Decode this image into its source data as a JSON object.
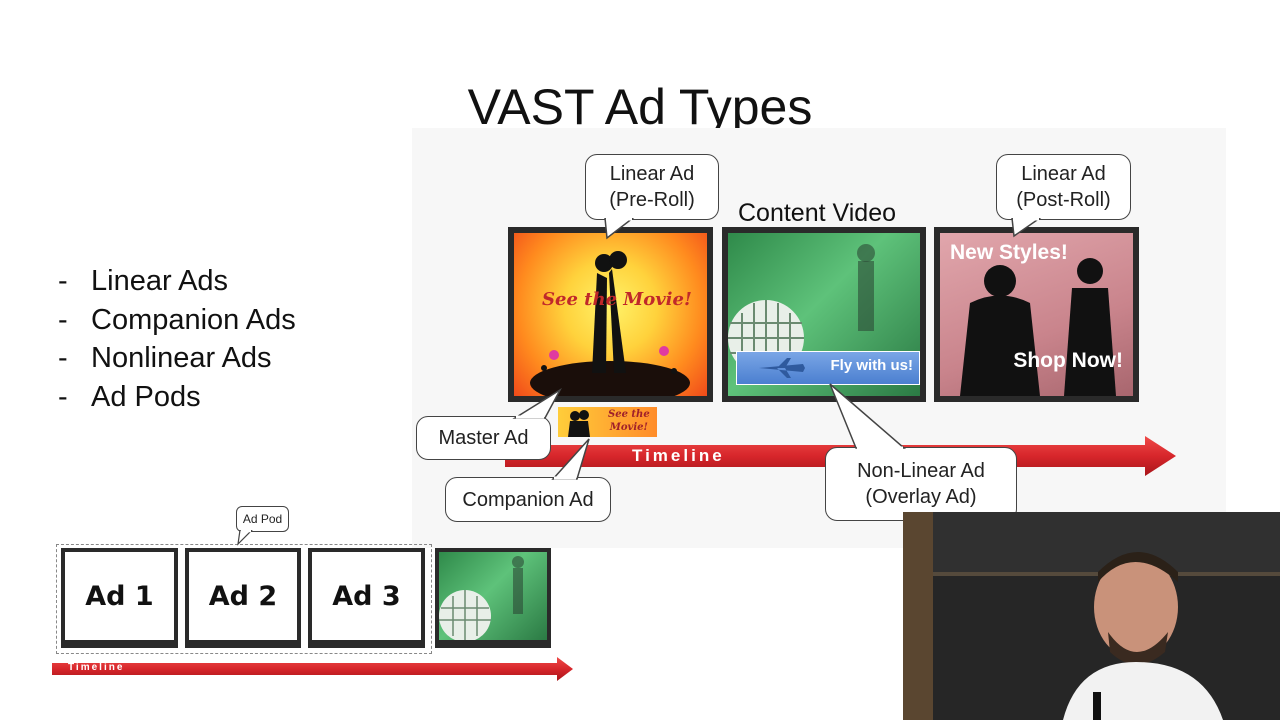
{
  "slide": {
    "title": "VAST Ad Types",
    "bullets": [
      "Linear Ads",
      "Companion Ads",
      "Nonlinear Ads",
      "Ad Pods"
    ],
    "bullet_marker": "-"
  },
  "diagram": {
    "callout_preroll": [
      "Linear Ad",
      "(Pre-Roll)"
    ],
    "callout_postroll": [
      "Linear Ad",
      "(Post-Roll)"
    ],
    "content_video_label": "Content Video",
    "preroll_text": "See the Movie!",
    "overlay_text": "Fly with us!",
    "postroll_text_top": "New Styles!",
    "postroll_text_bottom": "Shop Now!",
    "companion_text": [
      "See the",
      "Movie!"
    ],
    "master_ad_label": "Master Ad",
    "companion_ad_label": "Companion Ad",
    "nonlinear_callout": [
      "Non-Linear Ad",
      "(Overlay Ad)"
    ],
    "timeline_label": "Timeline"
  },
  "pod_diagram": {
    "ad_pod_label": "Ad Pod",
    "ads": [
      "Ad 1",
      "Ad 2",
      "Ad 3"
    ],
    "timeline_label": "Timeline"
  },
  "colors": {
    "timeline_red": "#d7262b",
    "content_green": "#3aa35a",
    "postroll_pink": "#c9848c",
    "overlay_blue": "#4b7fd0"
  }
}
